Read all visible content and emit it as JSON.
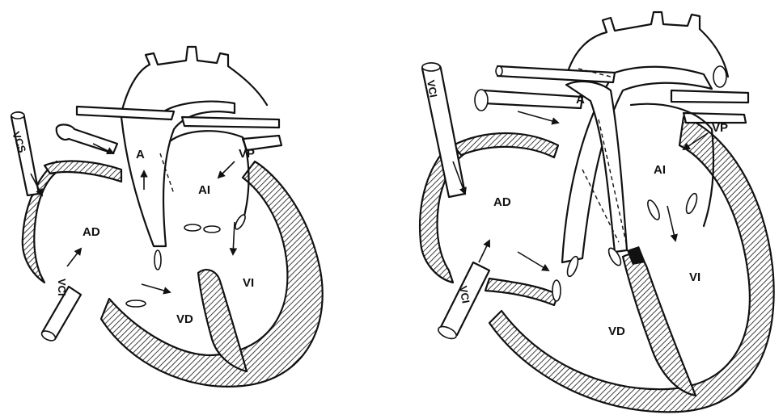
{
  "figure_left": {
    "labels": {
      "vcs": "VCS",
      "vci": "VCI",
      "ad": "AD",
      "ai": "AI",
      "a": "A",
      "vp": "VP",
      "vi": "VI",
      "vd": "VD"
    }
  },
  "figure_right": {
    "labels": {
      "vci": "VCI",
      "ad": "AD",
      "ai": "AI",
      "a": "A",
      "vp": "VP",
      "vi": "VI",
      "vd": "VD"
    }
  },
  "colors": {
    "ink": "#111111",
    "paper": "#ffffff"
  }
}
